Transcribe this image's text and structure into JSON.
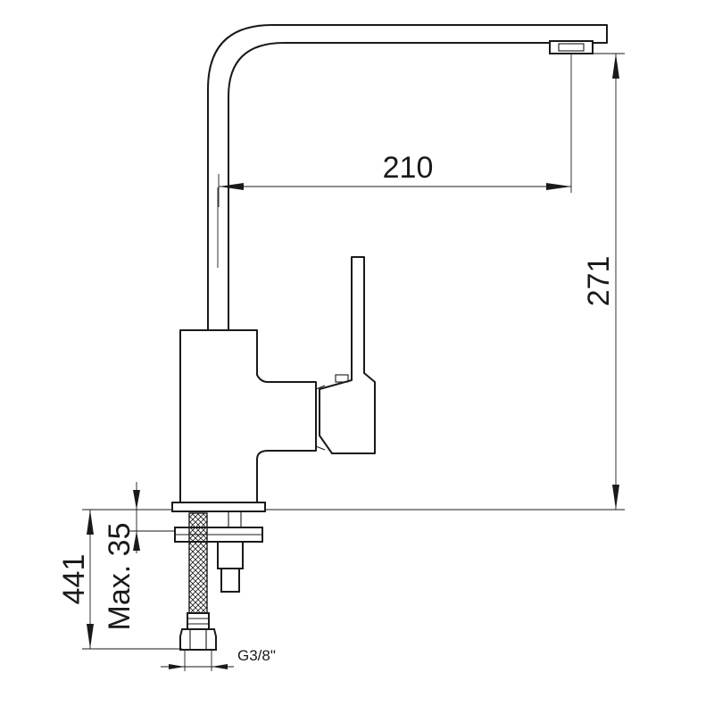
{
  "dimensions": {
    "spout_reach": "210",
    "total_height": "271",
    "supply_length": "441",
    "max_thickness": "Max. 35",
    "thread": "G3/8\""
  },
  "colors": {
    "line": "#1a1a1a",
    "background": "#ffffff"
  }
}
